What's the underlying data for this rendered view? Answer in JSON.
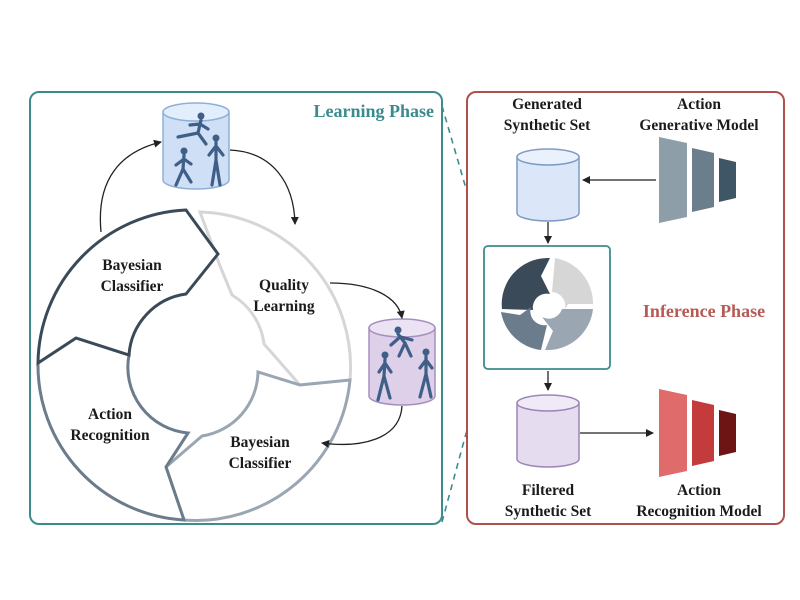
{
  "learning_phase": {
    "title": "Learning Phase",
    "cycle": {
      "top_left": [
        "Bayesian",
        "Classifier"
      ],
      "top_right": [
        "Quality",
        "Learning"
      ],
      "bottom_right": [
        "Bayesian",
        "Classifier"
      ],
      "bottom_left": [
        "Action",
        "Recognition"
      ]
    }
  },
  "inference_phase": {
    "title": "Inference Phase",
    "generated_set": [
      "Generated",
      "Synthetic Set"
    ],
    "generative_model": [
      "Action",
      "Generative Model"
    ],
    "filtered_set": [
      "Filtered",
      "Synthetic Set"
    ],
    "recognition_model": [
      "Action",
      "Recognition Model"
    ]
  },
  "colors": {
    "learning_title": "#3a8a8e",
    "learning_border": "#3d8c8c",
    "inference_title": "#b55a55",
    "inference_border": "#b0504a",
    "generative_model_bars": [
      "#8e9ea8",
      "#6a7e8c",
      "#3e5666"
    ],
    "recognition_model_bars": [
      "#e06b6b",
      "#c33b3b",
      "#6d1414"
    ],
    "generated_set_fill": "#dbe7f8",
    "filtered_set_fill": "#e6dcef"
  }
}
